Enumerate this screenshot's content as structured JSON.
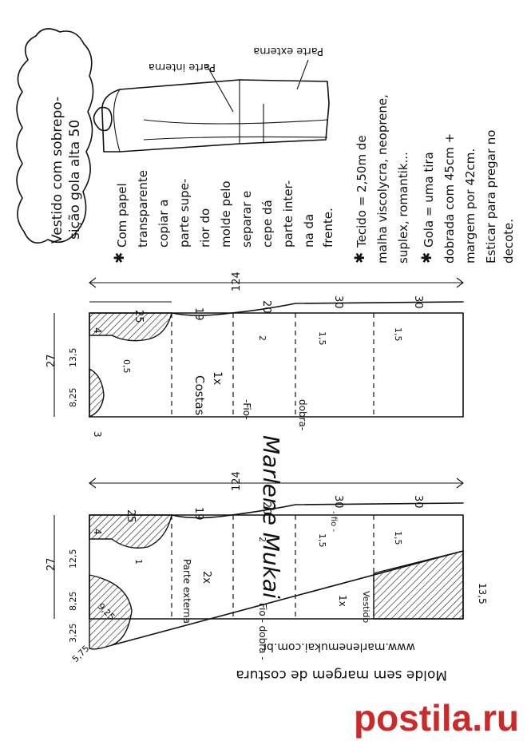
{
  "title": {
    "line1": "Vestido com sobrepo-",
    "line2": "sição gola alta 50"
  },
  "notes": {
    "papel": [
      "Com papel",
      "transparente",
      "copiar a",
      "parte supe-",
      "rior do",
      "molde pelo",
      "separar e",
      "cepe dá",
      "parte inter-",
      "na da",
      "frente."
    ],
    "tecido": [
      "Tecido = 2,50m de",
      "malha viscolycra, neoprene,",
      "suplex, romantik..."
    ],
    "gola": [
      "Gola = uma tira",
      "dobrada com 45cm +",
      "margem por 42cm.",
      "Esticar para pregar no",
      "decote."
    ]
  },
  "sketch": {
    "label_interna": "Parte interna",
    "label_externa": "Parte externa"
  },
  "pattern_costas": {
    "measures": {
      "m124": "124",
      "m25": "25",
      "m19": "19",
      "m20": "20",
      "m30a": "30",
      "m30b": "30",
      "m4": "4",
      "m27": "27",
      "m135": "13,5",
      "m825": "8,25",
      "m3": "3",
      "m05": "0,5",
      "m2": "2",
      "m15a": "1,5",
      "m15b": "1,5"
    },
    "piece_name": "Costas",
    "piece_qty": "1x",
    "fio": "-Fio-",
    "dobra": "dobra-"
  },
  "pattern_frente": {
    "measures": {
      "m124": "124",
      "m25": "25",
      "m19": "19",
      "m20": "20",
      "m30a": "30",
      "m30b": "30",
      "m4": "4",
      "m27": "27",
      "m125": "12,5",
      "m825": "8,25",
      "m1": "1",
      "m2": "2",
      "m15a": "1,5",
      "m15b": "1,5",
      "m325": "3,25",
      "m925": "9,25",
      "m575": "5,75",
      "m135": "13,5"
    },
    "piece_name": "Parte externa",
    "piece_qty": "2x",
    "vestido": "Vestido",
    "vestido_qty": "1x",
    "fio_dobra": "Fio - dobra -",
    "fio_small": "- fio -"
  },
  "signature": "Marlene Mukai",
  "footer": {
    "url": "www.marlenemukai.com.br",
    "note": "Molde sem margem de costura"
  },
  "logo": {
    "text": "postila.ru",
    "color": "#cc2a2a"
  }
}
